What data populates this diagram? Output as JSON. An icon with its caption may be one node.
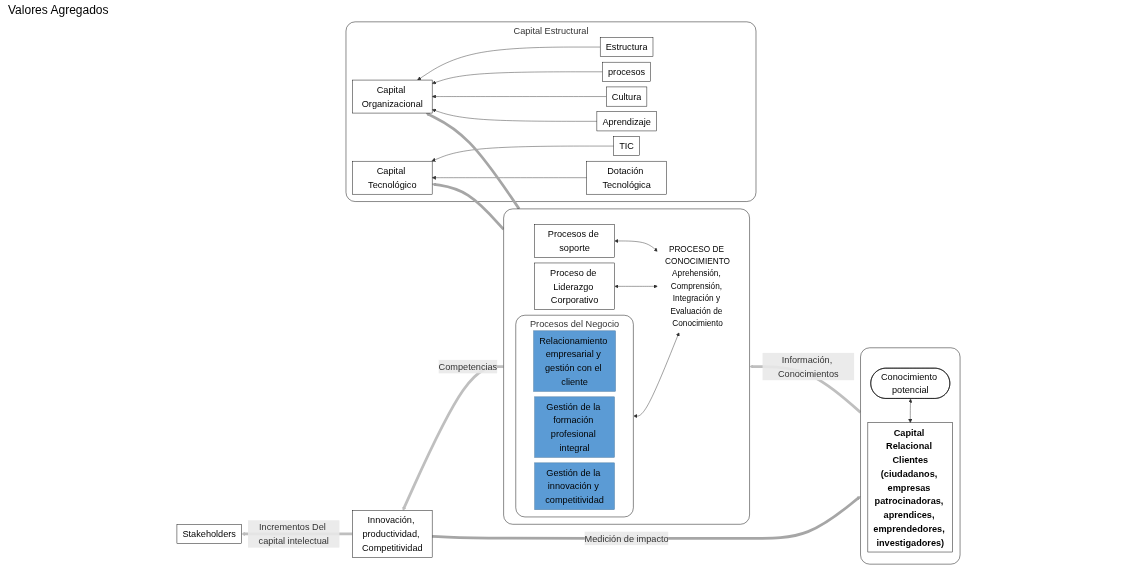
{
  "diagram": {
    "nodes": [
      {
        "text": [
          "Stakeholders"
        ]
      },
      {
        "text": [
          "Innovación, productividad, Competitividad"
        ]
      },
      {
        "text": [],
        "shape": "box"
      },
      {
        "text": [
          "Procesos del Negocio"
        ],
        "in": 2
      },
      {
        "text": [
          "Relacionamiento empresarial y gestión con el cliente"
        ],
        "in": 3
      },
      {
        "text": [
          "Gestión de la formación profesional integral"
        ],
        "in": 3
      },
      {
        "text": [
          "Gestión de la innovación y competitividad"
        ],
        "in": 3
      },
      {
        "text": [
          "Procesos de soporte"
        ],
        "in": 2
      },
      {
        "text": [
          "Proceso de Liderazgo Corporativo"
        ],
        "in": 2
      },
      {
        "text": [
          "PROCESO DE CONOCIMIENTO",
          "Aprehensión, Comprensión, Integración y Evaluación de Conocimiento"
        ],
        "in": 2
      },
      {
        "text": [],
        "shape": "box"
      },
      {
        "text": [
          "Conocimiento potencial"
        ],
        "in": 10
      },
      {
        "text": [
          "Capital Relacional Clientes",
          "(ciudadanos, empresas patrocinadoras, aprendices, emprendedores, investigadores)"
        ],
        "in": 10
      },
      {
        "text": [
          "Capital  Estructural"
        ]
      },
      {
        "text": [
          "Capital Organizacional"
        ],
        "in": 13
      },
      {
        "text": [
          "Capital Tecnológico"
        ],
        "in": 13
      },
      {
        "text": [
          "Estructura"
        ],
        "in": 13
      },
      {
        "text": [
          "procesos"
        ],
        "in": 13
      },
      {
        "text": [
          "Cultura"
        ],
        "in": 13
      },
      {
        "text": [
          "Aprendizaje"
        ],
        "in": 13
      },
      {
        "text": [
          "TIC"
        ],
        "in": 13
      },
      {
        "text": [
          "Dotación Tecnológica"
        ],
        "in": 13
      }
    ],
    "edges": [
      {
        "from": 1,
        "to": 0,
        "arrow": "to",
        "label": "Incrementos Del capital intelectual",
        "style": "thick",
        "color": "#bfbfbf"
      },
      {
        "from": 2,
        "to": 1,
        "arrow": "to",
        "label": "Competencias",
        "style": "thick",
        "color": "#bfbfbf"
      },
      {
        "from": 10,
        "to": 2,
        "arrow": "to",
        "label": "Información, Conocimientos",
        "style": "thick",
        "color": "#bfbfbf"
      },
      {
        "from": 1,
        "to": 10,
        "arrow": "to",
        "label": "Medición de impacto",
        "style": "thick",
        "color": "#a6a6a6"
      },
      {
        "from": 11,
        "to": 12,
        "arrow": "both"
      },
      {
        "from": 3,
        "to": 9,
        "arrow": "both"
      },
      {
        "from": 7,
        "to": 9,
        "arrow": "both"
      },
      {
        "from": 8,
        "to": 9,
        "arrow": "both"
      },
      {
        "from": 2,
        "to": 14,
        "arrow": "to",
        "style": "thick",
        "color": "#a6a6a6"
      },
      {
        "from": 2,
        "to": 15,
        "arrow": "to",
        "style": "thick",
        "color": "#a6a6a6"
      },
      {
        "from": 16,
        "to": 14,
        "arrow": "to"
      },
      {
        "from": 17,
        "to": 14,
        "arrow": "to"
      },
      {
        "from": 18,
        "to": 14,
        "arrow": "to"
      },
      {
        "from": 19,
        "to": 14,
        "arrow": "to"
      },
      {
        "from": 20,
        "to": 15,
        "arrow": "to"
      },
      {
        "from": 21,
        "to": 15,
        "arrow": "to"
      }
    ],
    "labels": [
      "Valores Agregados"
    ]
  }
}
